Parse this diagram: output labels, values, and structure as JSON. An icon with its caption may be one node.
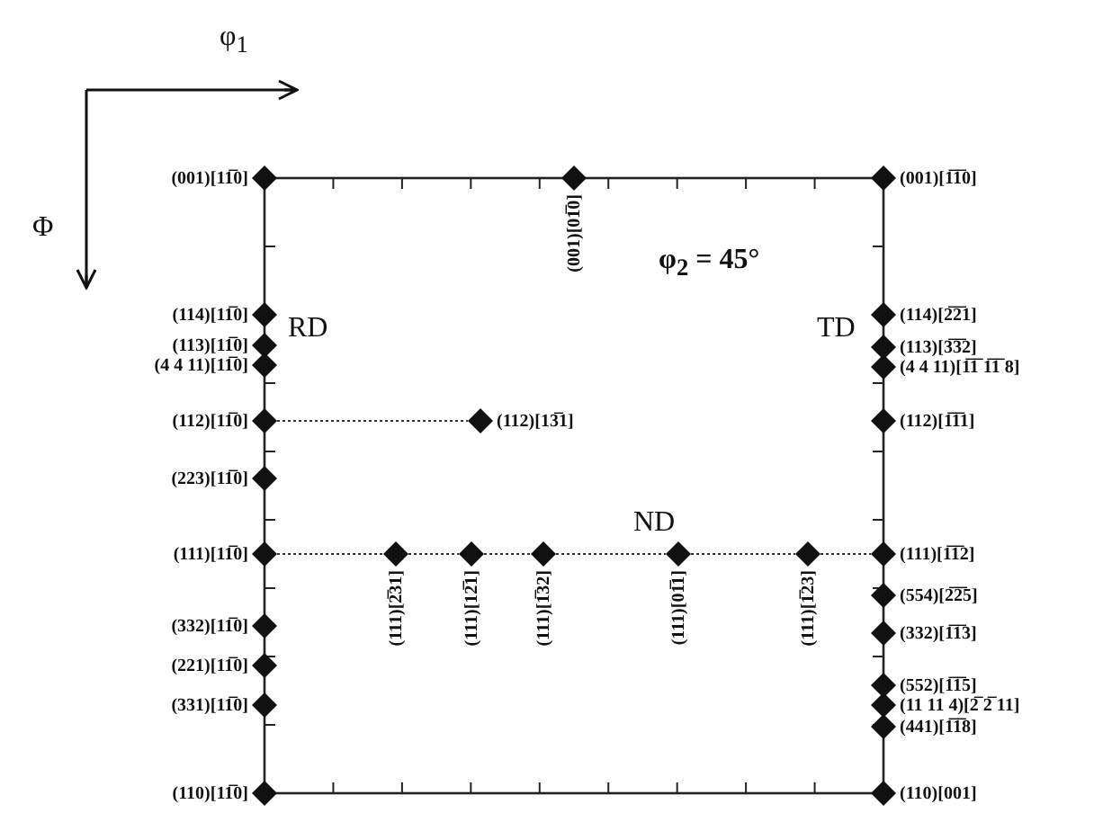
{
  "diagram": {
    "nodes": [
      {
        "text": [],
        "shape": "diamond",
        "beside": [
          "(001)[11̅0]"
        ]
      },
      {
        "text": [],
        "shape": "diamond",
        "beside": [
          "(001)[01̅0]"
        ]
      },
      {
        "text": [],
        "shape": "diamond",
        "beside": [
          "(001)[1̅1̅0]"
        ]
      },
      {
        "text": [],
        "shape": "diamond",
        "beside": [
          "(114)[11̅0]"
        ]
      },
      {
        "text": [],
        "shape": "diamond",
        "beside": [
          "(114)[2̅2̅1]"
        ]
      },
      {
        "text": [],
        "shape": "diamond",
        "beside": [
          "(113)[11̅0]"
        ]
      },
      {
        "text": [],
        "shape": "diamond",
        "beside": [
          "(113)[3̅3̅2]"
        ]
      },
      {
        "text": [],
        "shape": "diamond",
        "beside": [
          "(4 4 11)[11̅0]"
        ]
      },
      {
        "text": [],
        "shape": "diamond",
        "beside": [
          "(4 4 11)[1̅1̅ 1̅1̅ 8]"
        ]
      },
      {
        "text": [],
        "shape": "diamond",
        "beside": [
          "(112)[11̅0]"
        ]
      },
      {
        "text": [],
        "shape": "diamond",
        "beside": [
          "(112)[13̅1]"
        ]
      },
      {
        "text": [],
        "shape": "diamond",
        "beside": [
          "(112)[1̅1̅1]"
        ]
      },
      {
        "text": [],
        "shape": "diamond",
        "beside": [
          "(223)[11̅0]"
        ]
      },
      {
        "text": [],
        "shape": "diamond",
        "beside": [
          "(111)[11̅0]"
        ]
      },
      {
        "text": [],
        "shape": "diamond",
        "beside": [
          "(111)[2̅31]"
        ]
      },
      {
        "text": [],
        "shape": "diamond",
        "beside": [
          "(111)[12̅1]"
        ]
      },
      {
        "text": [],
        "shape": "diamond",
        "beside": [
          "(111)[1̅32]"
        ]
      },
      {
        "text": [],
        "shape": "diamond",
        "beside": [
          "(111)[01̅1]"
        ]
      },
      {
        "text": [],
        "shape": "diamond",
        "beside": [
          "(111)[1̅23]"
        ]
      },
      {
        "text": [],
        "shape": "diamond",
        "beside": [
          "(111)[1̅1̅2]"
        ]
      },
      {
        "text": [],
        "shape": "diamond",
        "beside": [
          "(554)[2̅2̅5]"
        ]
      },
      {
        "text": [],
        "shape": "diamond",
        "beside": [
          "(332)[11̅0]"
        ]
      },
      {
        "text": [],
        "shape": "diamond",
        "beside": [
          "(332)[1̅1̅3]"
        ]
      },
      {
        "text": [],
        "shape": "diamond",
        "beside": [
          "(221)[11̅0]"
        ]
      },
      {
        "text": [],
        "shape": "diamond",
        "beside": [
          "(552)[1̅1̅5]"
        ]
      },
      {
        "text": [],
        "shape": "diamond",
        "beside": [
          "(331)[11̅0]"
        ]
      },
      {
        "text": [],
        "shape": "diamond",
        "beside": [
          "(11 11 4)[2̅ 2̅ 11]"
        ]
      },
      {
        "text": [],
        "shape": "diamond",
        "beside": [
          "(441)[1̅1̅8]"
        ]
      },
      {
        "text": [],
        "shape": "diamond",
        "beside": [
          "(110)[11̅0]"
        ]
      },
      {
        "text": [],
        "shape": "diamond",
        "beside": [
          "(110)[001]"
        ]
      }
    ],
    "edges": [
      {
        "from": 9,
        "to": 10,
        "arrow": "none",
        "style": "dashed"
      },
      {
        "from": 13,
        "to": 14,
        "arrow": "none",
        "style": "dashed"
      },
      {
        "from": 14,
        "to": 15,
        "arrow": "none",
        "style": "dashed"
      },
      {
        "from": 15,
        "to": 16,
        "arrow": "none",
        "style": "dashed"
      },
      {
        "from": 16,
        "to": 17,
        "arrow": "none",
        "style": "dashed"
      },
      {
        "from": 17,
        "to": 18,
        "arrow": "none",
        "style": "dashed"
      },
      {
        "from": 18,
        "to": 19,
        "arrow": "none",
        "style": "dashed"
      }
    ],
    "labels": [
      "φ$_{1}$",
      "Φ",
      "φ$_{2}$ = 45°",
      "RD",
      "TD",
      "ND"
    ]
  }
}
